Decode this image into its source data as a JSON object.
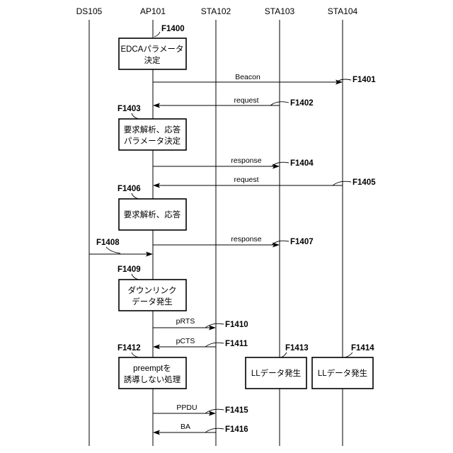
{
  "entities": [
    {
      "id": "ds",
      "label": "DS105"
    },
    {
      "id": "ap",
      "label": "AP101"
    },
    {
      "id": "sta102",
      "label": "STA102"
    },
    {
      "id": "sta103",
      "label": "STA103"
    },
    {
      "id": "sta104",
      "label": "STA104"
    }
  ],
  "messages": [
    {
      "id": "F1401",
      "label": "Beacon",
      "from": "ap",
      "to": "sta104"
    },
    {
      "id": "F1402",
      "label": "request",
      "from": "sta103",
      "to": "ap"
    },
    {
      "id": "F1404",
      "label": "response",
      "from": "ap",
      "to": "sta103"
    },
    {
      "id": "F1405",
      "label": "request",
      "from": "sta104",
      "to": "ap"
    },
    {
      "id": "F1407",
      "label": "response",
      "from": "ap",
      "to": "sta103"
    },
    {
      "id": "F1408",
      "label": "",
      "from": "ds",
      "to": "ap"
    },
    {
      "id": "F1410",
      "label": "pRTS",
      "from": "ap",
      "to": "sta102"
    },
    {
      "id": "F1411",
      "label": "pCTS",
      "from": "sta102",
      "to": "ap"
    },
    {
      "id": "F1415",
      "label": "PPDU",
      "from": "ap",
      "to": "sta102"
    },
    {
      "id": "F1416",
      "label": "BA",
      "from": "sta102",
      "to": "ap"
    }
  ],
  "processes": [
    {
      "id": "F1400",
      "lines": [
        "EDCAパラメータ",
        "決定"
      ]
    },
    {
      "id": "F1403",
      "lines": [
        "要求解析、応答",
        "パラメータ決定"
      ]
    },
    {
      "id": "F1406",
      "lines": [
        "要求解析、応答"
      ]
    },
    {
      "id": "F1409",
      "lines": [
        "ダウンリンク",
        "データ発生"
      ]
    },
    {
      "id": "F1412",
      "lines": [
        "preemptを",
        "誘導しない処理"
      ]
    },
    {
      "id": "F1413",
      "lines": [
        "LLデータ発生"
      ]
    },
    {
      "id": "F1414",
      "lines": [
        "LLデータ発生"
      ]
    }
  ],
  "step_labels": {
    "f1400": "F1400",
    "f1401": "F1401",
    "f1402": "F1402",
    "f1403": "F1403",
    "f1404": "F1404",
    "f1405": "F1405",
    "f1406": "F1406",
    "f1407": "F1407",
    "f1408": "F1408",
    "f1409": "F1409",
    "f1410": "F1410",
    "f1411": "F1411",
    "f1412": "F1412",
    "f1413": "F1413",
    "f1414": "F1414",
    "f1415": "F1415",
    "f1416": "F1416"
  }
}
